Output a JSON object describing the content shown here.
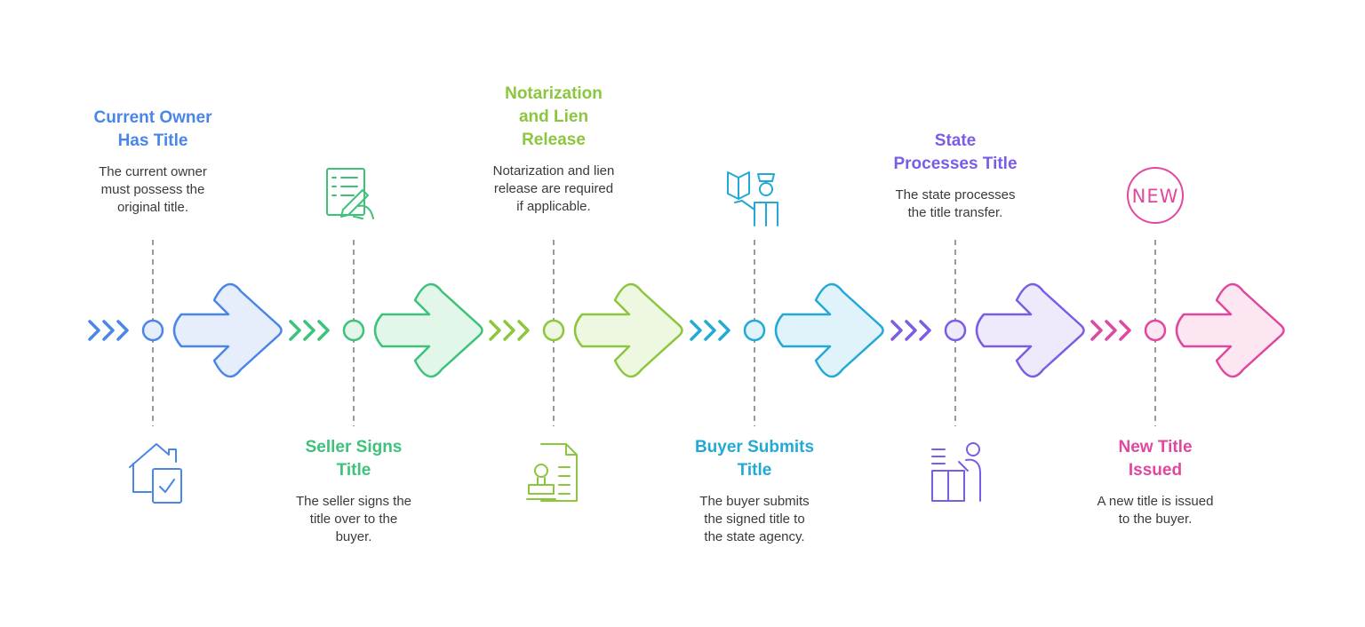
{
  "steps": [
    {
      "title": "Current Owner\nHas Title",
      "description": "The current owner\nmust possess the\noriginal title.",
      "icon": "house-check-icon",
      "color": "#4a86e8",
      "fill": "#e6eefb"
    },
    {
      "title": "Seller Signs\nTitle",
      "description": "The seller signs the\ntitle over to the\nbuyer.",
      "icon": "document-signing-icon",
      "color": "#3ec27a",
      "fill": "#e3f6ea"
    },
    {
      "title": "Notarization\nand Lien\nRelease",
      "description": "Notarization and lien\nrelease are required\nif applicable.",
      "icon": "notary-stamp-icon",
      "color": "#8cc63f",
      "fill": "#eef7e0"
    },
    {
      "title": "Buyer Submits\nTitle",
      "description": "The buyer submits\nthe signed title to\nthe state agency.",
      "icon": "officer-document-icon",
      "color": "#23a9d6",
      "fill": "#e0f3fa"
    },
    {
      "title": "State\nProcesses Title",
      "description": "The state processes\nthe title transfer.",
      "icon": "clerk-desk-icon",
      "color": "#7b5ce6",
      "fill": "#eee9fb"
    },
    {
      "title": "New Title\nIssued",
      "description": "A new title is issued\nto the buyer.",
      "icon": "new-badge-icon",
      "badge_text": "NEW",
      "color": "#e0479e",
      "fill": "#fbe6f1"
    }
  ]
}
